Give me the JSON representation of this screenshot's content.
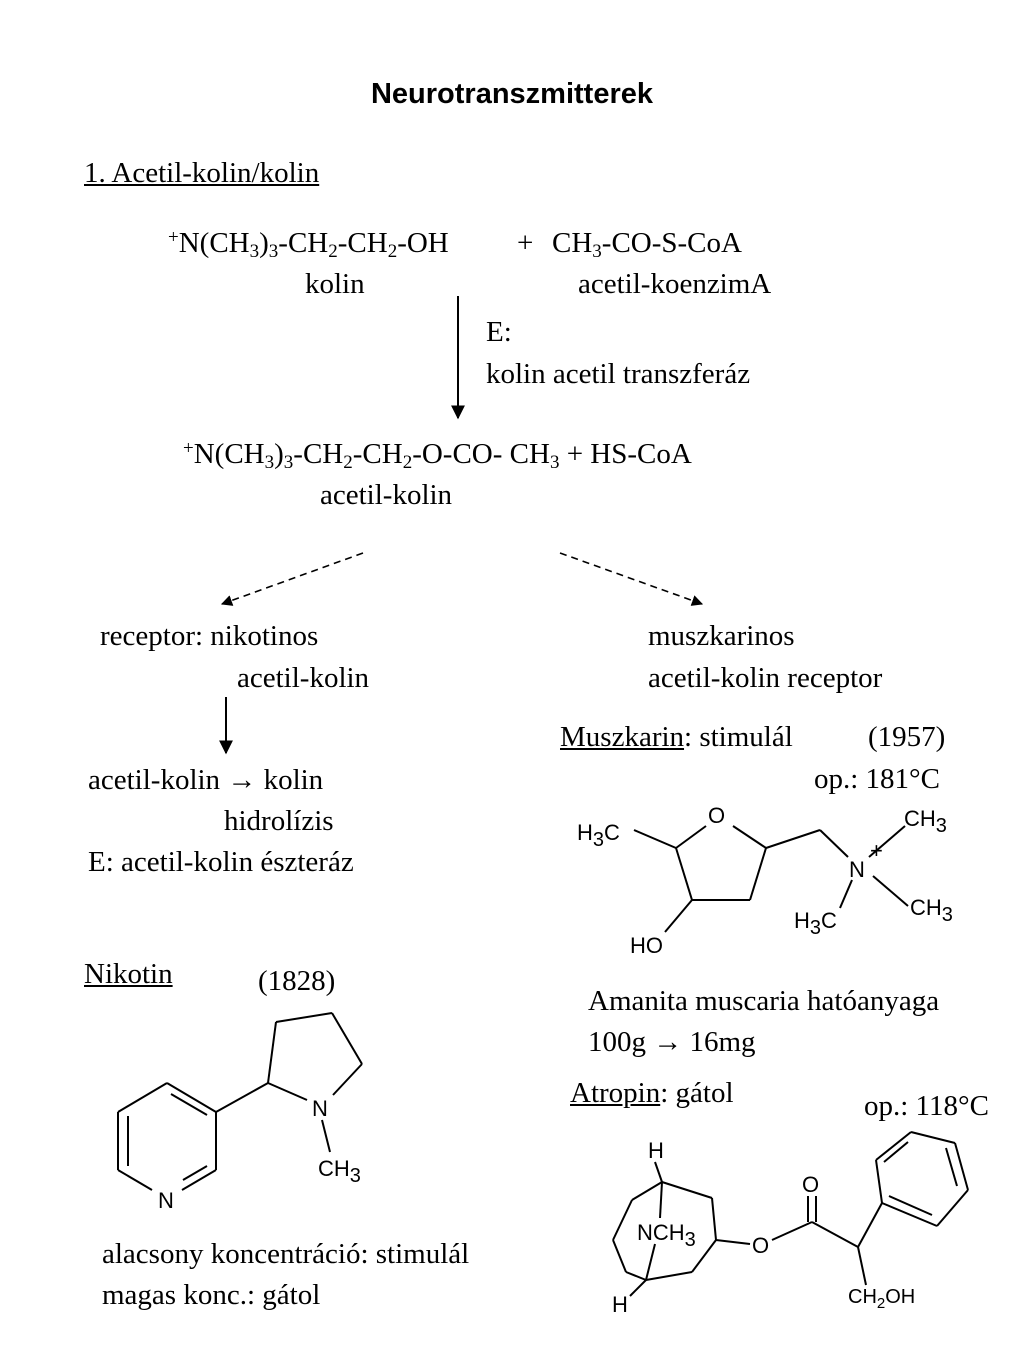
{
  "title": "Neurotranszmitterek",
  "section1": {
    "heading": "1. Acetil-kolin/kolin"
  },
  "reaction": {
    "reactant1": {
      "plus_sign": "+",
      "parts": [
        "N(CH",
        "3",
        ")",
        "3",
        "-CH",
        "2",
        "-CH",
        "2",
        "-OH"
      ],
      "name": "kolin"
    },
    "plus": "+",
    "reactant2": {
      "parts": [
        "CH",
        "3",
        "-CO-S-CoA"
      ],
      "name": "acetil-koenzimA"
    },
    "enzyme_prefix": "E:",
    "enzyme": "kolin acetil transzferáz",
    "product1": {
      "plus_sign": "+",
      "parts": [
        "N(CH",
        "3",
        ")",
        "3",
        "-CH",
        "2",
        "-CH",
        "2",
        "-O-CO- CH",
        "3"
      ],
      "name": "acetil-kolin"
    },
    "product_plus": "+ HS-CoA"
  },
  "nicotinic": {
    "line1": "receptor: nikotinos",
    "line2": "acetil-kolin",
    "hydrolysis_from": "acetil-kolin",
    "hydrolysis_arrow": "→",
    "hydrolysis_to": "kolin",
    "hydrolysis_label": "hidrolízis",
    "esterase": "E: acetil-kolin észteráz"
  },
  "muscarinic": {
    "line1": "muszkarinos",
    "line2": "acetil-kolin receptor"
  },
  "muscarine": {
    "name": "Muszkarin",
    "effect": ": stimulál",
    "year": "(1957)",
    "mp": "op.: 181°C",
    "structure_labels": {
      "h3c_left_main": "H",
      "h3c_left_sub": "3",
      "h3c_left_end": "C",
      "o": "O",
      "ch3_top_main": "CH",
      "ch3_top_sub": "3",
      "charge": "+",
      "n": "N",
      "h3c_bottom_main": "H",
      "h3c_bottom_sub": "3",
      "h3c_bottom_end": "C",
      "ch3_right_main": "CH",
      "ch3_right_sub": "3",
      "ho": "HO"
    },
    "source": "Amanita muscaria hatóanyaga",
    "yield_from": "100g",
    "yield_arrow": "→",
    "yield_to": "16mg"
  },
  "nicotine": {
    "name": "Nikotin",
    "year": "(1828)",
    "structure_labels": {
      "n_pyrrolidine": "N",
      "ch3_main": "CH",
      "ch3_sub": "3",
      "n_pyridine": "N"
    },
    "effect_low": "alacsony koncentráció: stimulál",
    "effect_high": "magas konc.: gátol"
  },
  "atropine": {
    "name": "Atropin",
    "effect": ": gátol",
    "mp": "op.: 118°C",
    "structure_labels": {
      "h_top": "H",
      "nch3_main": "NCH",
      "nch3_sub": "3",
      "o_ester": "O",
      "o_carbonyl": "O",
      "h_bottom": "H",
      "ch2oh_a": "CH",
      "ch2oh_sub": "2",
      "ch2oh_b": "OH"
    }
  }
}
